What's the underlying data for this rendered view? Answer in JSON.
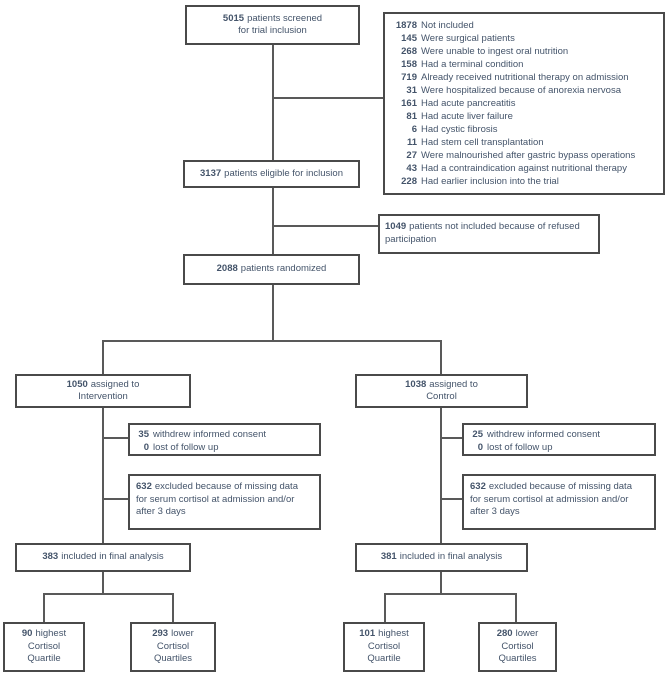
{
  "colors": {
    "text": "#44546A",
    "box_border": "#4A4A4A",
    "connector": "#595959",
    "background": "#FFFFFF"
  },
  "flow": {
    "screened": {
      "n": "5015",
      "line1": "patients screened",
      "line2": "for trial inclusion"
    },
    "not_included": {
      "items": [
        {
          "n": "1878",
          "text": "Not included"
        },
        {
          "n": "145",
          "text": "Were surgical patients"
        },
        {
          "n": "268",
          "text": "Were unable to ingest oral nutrition"
        },
        {
          "n": "158",
          "text": "Had a terminal condition"
        },
        {
          "n": "719",
          "text": "Already received nutritional therapy on admission"
        },
        {
          "n": "31",
          "text": "Were hospitalized because of anorexia nervosa"
        },
        {
          "n": "161",
          "text": "Had acute pancreatitis"
        },
        {
          "n": "81",
          "text": "Had acute liver failure"
        },
        {
          "n": "6",
          "text": "Had cystic fibrosis"
        },
        {
          "n": "11",
          "text": "Had stem cell transplantation"
        },
        {
          "n": "27",
          "text": "Were malnourished after gastric bypass operations"
        },
        {
          "n": "43",
          "text": "Had a contraindication against nutritional therapy"
        },
        {
          "n": "228",
          "text": "Had earlier inclusion into the trial"
        }
      ]
    },
    "eligible": {
      "n": "3137",
      "line1": "patients eligible for inclusion"
    },
    "refused": {
      "n": "1049",
      "line1": "patients not included because of refused",
      "line2": "participation"
    },
    "randomized": {
      "n": "2088",
      "line1": "patients randomized"
    },
    "intervention": {
      "n": "1050",
      "line1": "assigned to",
      "line2": "Intervention"
    },
    "control": {
      "n": "1038",
      "line1": "assigned to",
      "line2": "Control"
    },
    "withdrew_intervention": {
      "rows": [
        {
          "n": "35",
          "text": "withdrew informed consent"
        },
        {
          "n": "0",
          "text": "lost of follow up"
        }
      ]
    },
    "withdrew_control": {
      "rows": [
        {
          "n": "25",
          "text": "withdrew informed consent"
        },
        {
          "n": "0",
          "text": "lost of follow up"
        }
      ]
    },
    "excluded_intervention": {
      "n": "632",
      "line1": "excluded because of missing data",
      "line2": "for serum cortisol at admission and/or",
      "line3": "after 3 days"
    },
    "excluded_control": {
      "n": "632",
      "line1": "excluded because of missing data",
      "line2": "for serum cortisol at admission and/or",
      "line3": "after 3 days"
    },
    "final_intervention": {
      "n": "383",
      "line1": "included in final analysis"
    },
    "final_control": {
      "n": "381",
      "line1": "included in final analysis"
    },
    "quartile_high_intervention": {
      "n": "90",
      "line1": "highest",
      "line2": "Cortisol",
      "line3": "Quartile"
    },
    "quartile_low_intervention": {
      "n": "293",
      "line1": "lower",
      "line2": "Cortisol",
      "line3": "Quartiles"
    },
    "quartile_high_control": {
      "n": "101",
      "line1": "highest",
      "line2": "Cortisol",
      "line3": "Quartile"
    },
    "quartile_low_control": {
      "n": "280",
      "line1": "lower",
      "line2": "Cortisol",
      "line3": "Quartiles"
    }
  }
}
